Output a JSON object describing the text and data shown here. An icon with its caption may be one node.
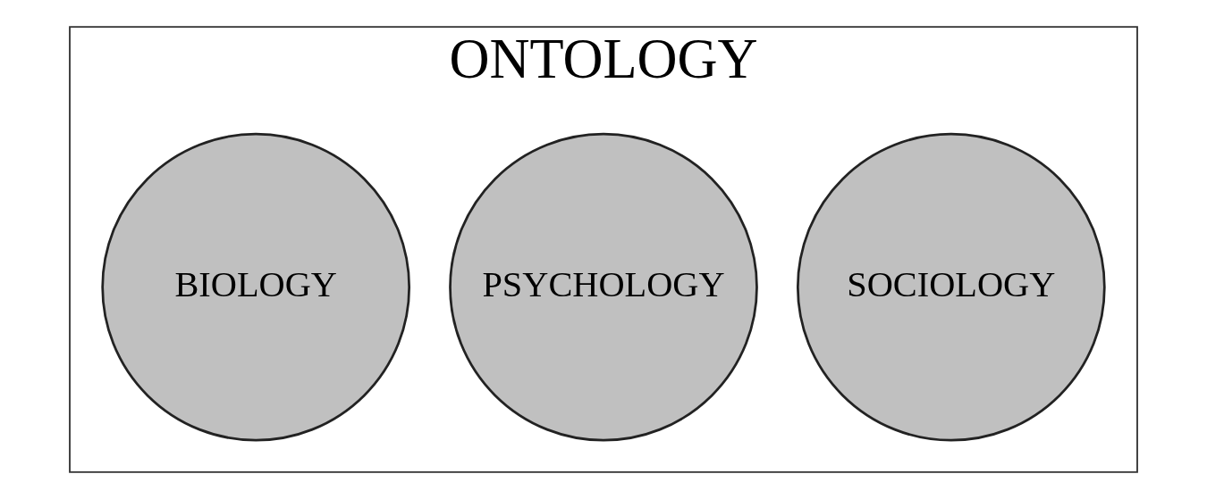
{
  "diagram": {
    "nodes": [
      {
        "text": [
          "ONTOLOGY"
        ]
      },
      {
        "text": [
          "BIOLOGY"
        ],
        "in": 0
      },
      {
        "text": [
          "PSYCHOLOGY"
        ],
        "in": 0
      },
      {
        "text": [
          "SOCIOLOGY"
        ],
        "in": 0
      }
    ]
  }
}
